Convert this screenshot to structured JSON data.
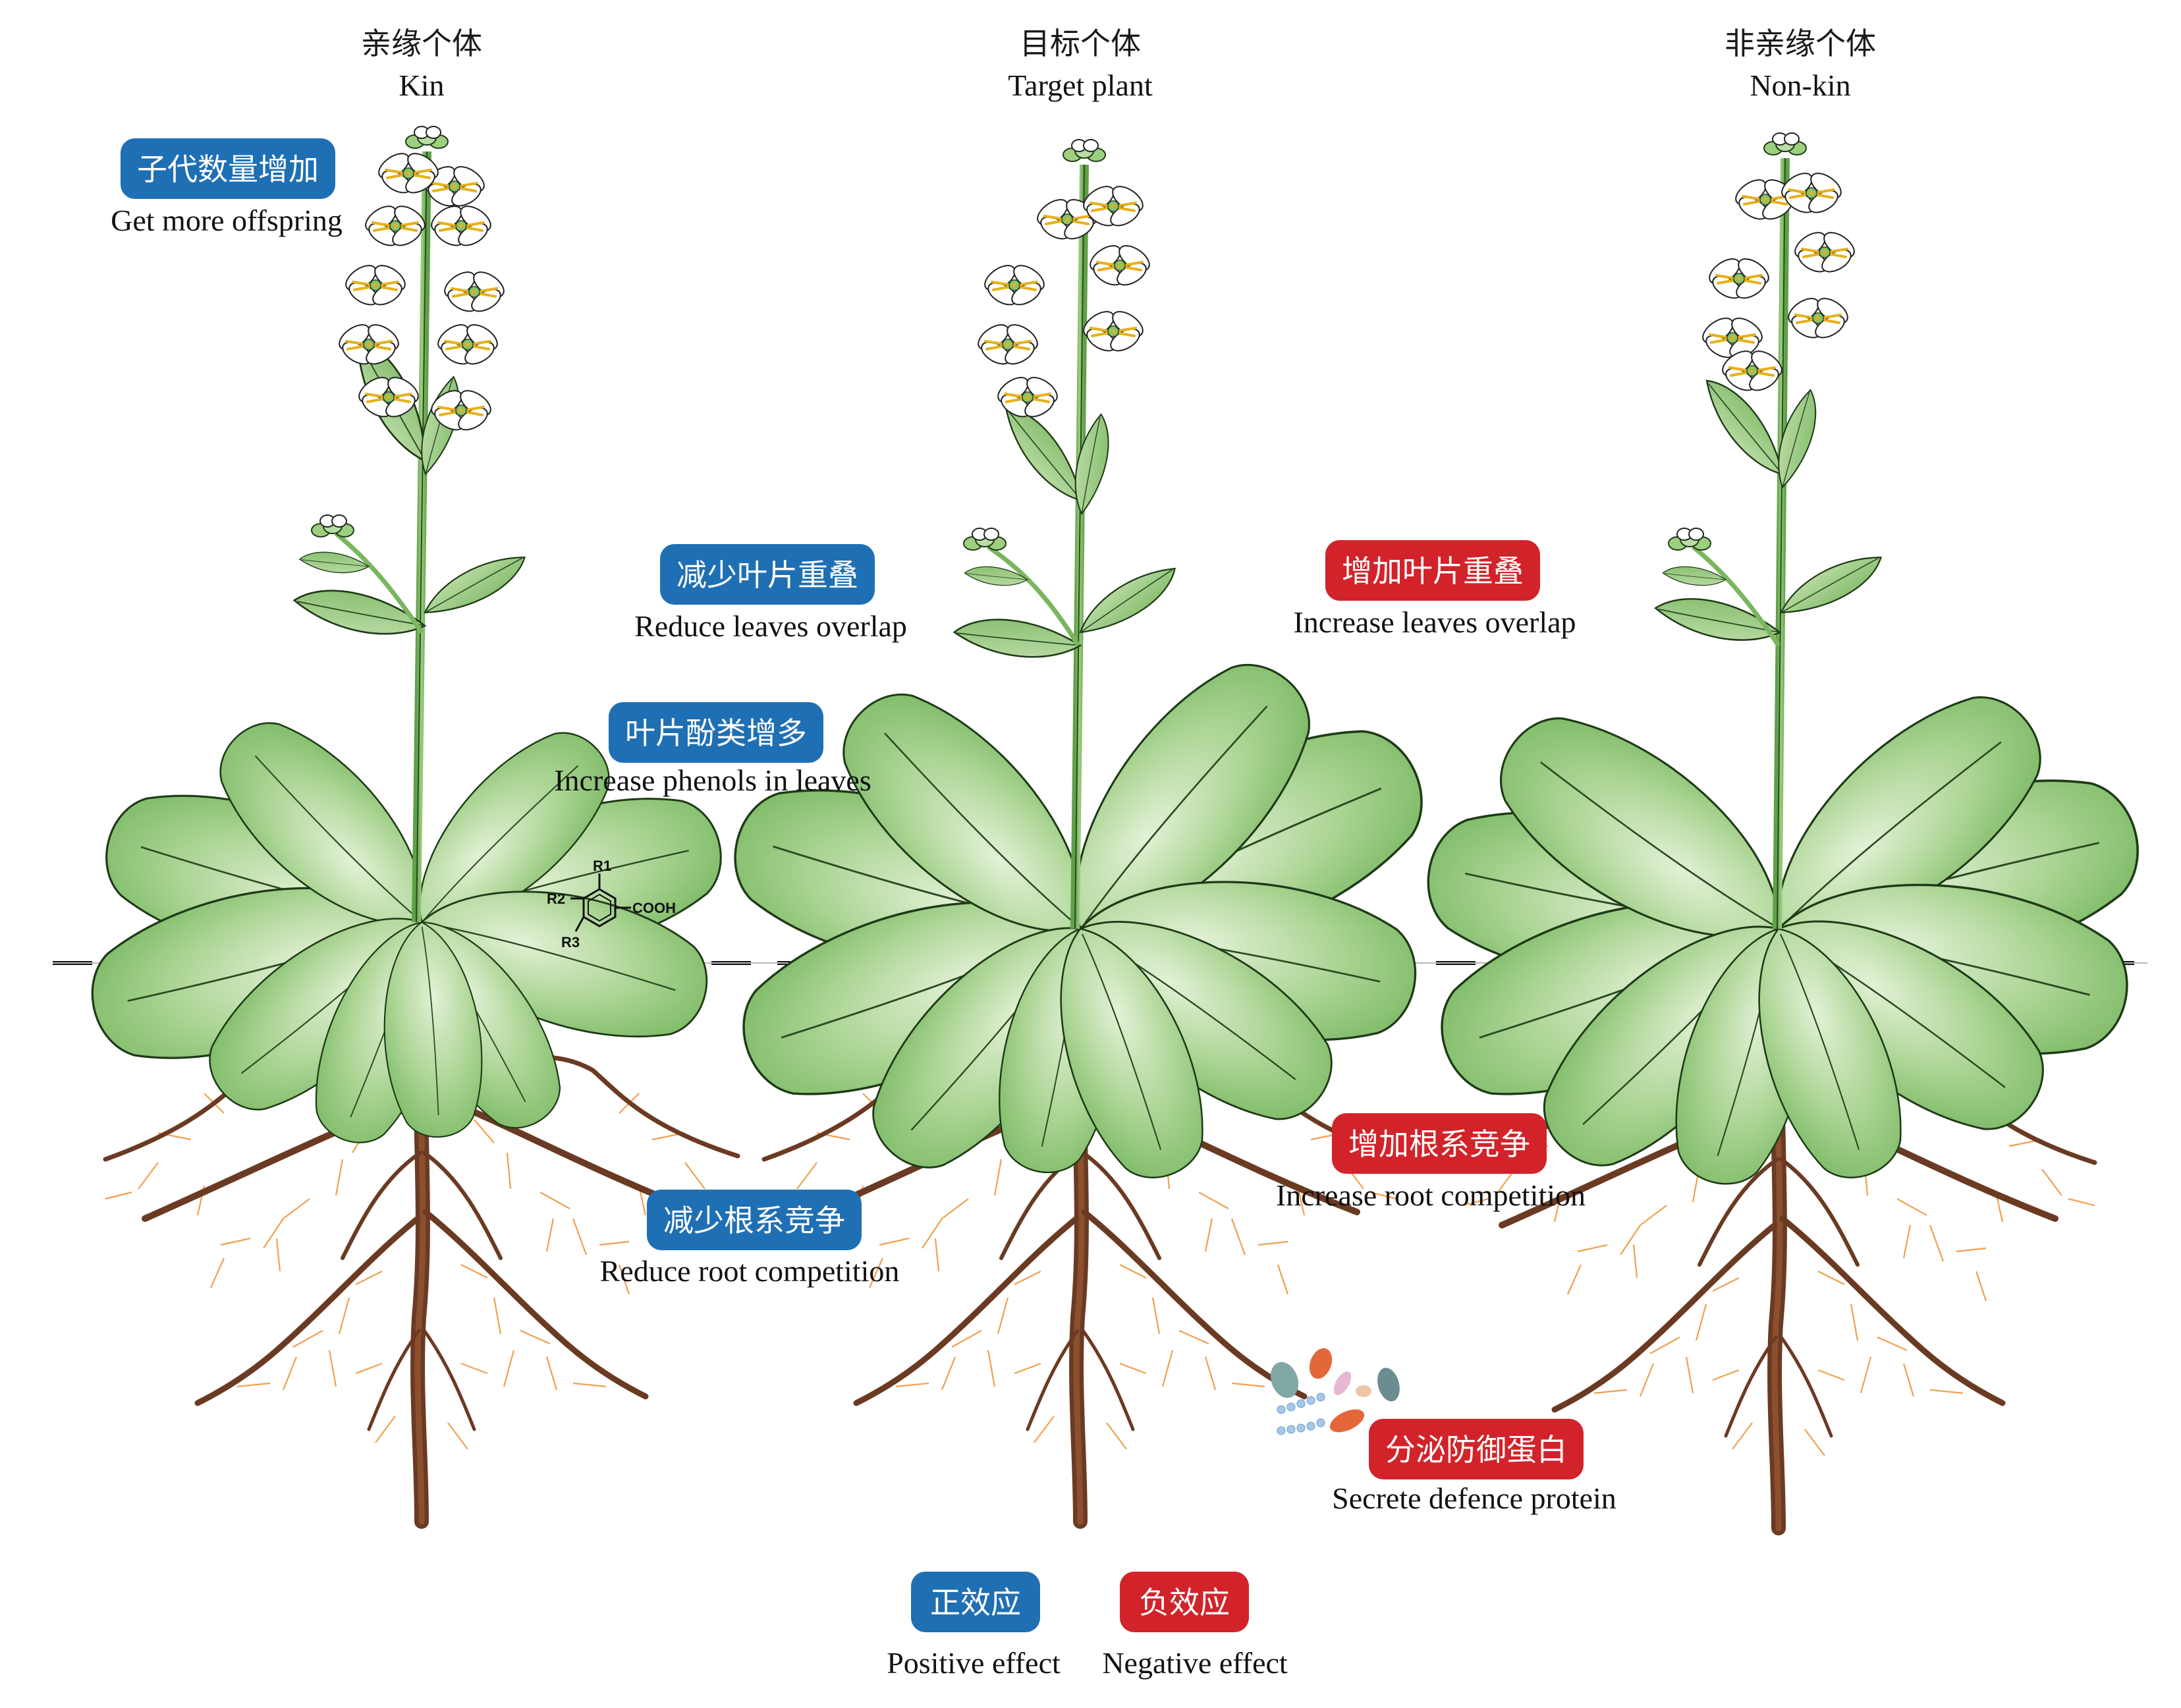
{
  "plants": [
    {
      "id": "kin",
      "title_zh": "亲缘个体",
      "title_en": "Kin"
    },
    {
      "id": "target",
      "title_zh": "目标个体",
      "title_en": "Target plant"
    },
    {
      "id": "nonkin",
      "title_zh": "非亲缘个体",
      "title_en": "Non-kin"
    }
  ],
  "effects": [
    {
      "id": "offspring",
      "zh": "子代数量增加",
      "en": "Get more offspring",
      "type": "positive"
    },
    {
      "id": "reduce-overlap",
      "zh": "减少叶片重叠",
      "en": "Reduce leaves overlap",
      "type": "positive"
    },
    {
      "id": "phenols",
      "zh": "叶片酚类增多",
      "en": "Increase phenols in leaves",
      "type": "positive"
    },
    {
      "id": "reduce-root",
      "zh": "减少根系竞争",
      "en": "Reduce root competition",
      "type": "positive"
    },
    {
      "id": "increase-overlap",
      "zh": "增加叶片重叠",
      "en": "Increase leaves overlap",
      "type": "negative"
    },
    {
      "id": "increase-root",
      "zh": "增加根系竞争",
      "en": "Increase root competition",
      "type": "negative"
    },
    {
      "id": "defence",
      "zh": "分泌防御蛋白",
      "en": "Secrete defence protein",
      "type": "negative"
    }
  ],
  "chemical": {
    "r1": "R1",
    "r2": "R2",
    "r3": "R3",
    "group": "COOH"
  },
  "legend": [
    {
      "zh": "正效应",
      "en": "Positive effect",
      "type": "positive"
    },
    {
      "zh": "负效应",
      "en": "Negative effect",
      "type": "negative"
    }
  ],
  "colors": {
    "positive": "#1f6fb4",
    "negative": "#d2232a",
    "leaf": "#8fc57a",
    "leaf_light": "#d7ebc9",
    "root": "#6b3a22",
    "rootlet": "#f0a050",
    "stem": "#7ab65f"
  }
}
